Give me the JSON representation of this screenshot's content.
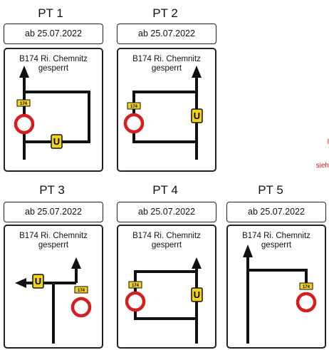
{
  "panels": [
    {
      "title": "PT 1",
      "date": "ab 25.07.2022",
      "sign_line1": "B174 Ri. Chemnitz",
      "sign_line2": "gesperrt"
    },
    {
      "title": "PT 2",
      "date": "ab 25.07.2022",
      "sign_line1": "B174 Ri. Chemnitz",
      "sign_line2": "gesperrt"
    },
    {
      "title": "PT 3",
      "date": "ab 25.07.2022",
      "sign_line1": "B174 Ri. Chemnitz",
      "sign_line2": "gesperrt"
    },
    {
      "title": "PT 4",
      "date": "ab 25.07.2022",
      "sign_line1": "B174 Ri. Chemnitz",
      "sign_line2": "gesperrt"
    },
    {
      "title": "PT 5",
      "date": "ab 25.07.2022",
      "sign_line1": "B174 Ri. Chemnitz",
      "sign_line2": "gesperrt"
    }
  ],
  "route_marker": "174",
  "detour_marker": "U",
  "side_note": {
    "line1": "l",
    "line2": "sieh"
  },
  "colors": {
    "route_yellow": "#f3d21a",
    "prohibition_red": "#d51e1e",
    "note_red": "#d01818"
  }
}
